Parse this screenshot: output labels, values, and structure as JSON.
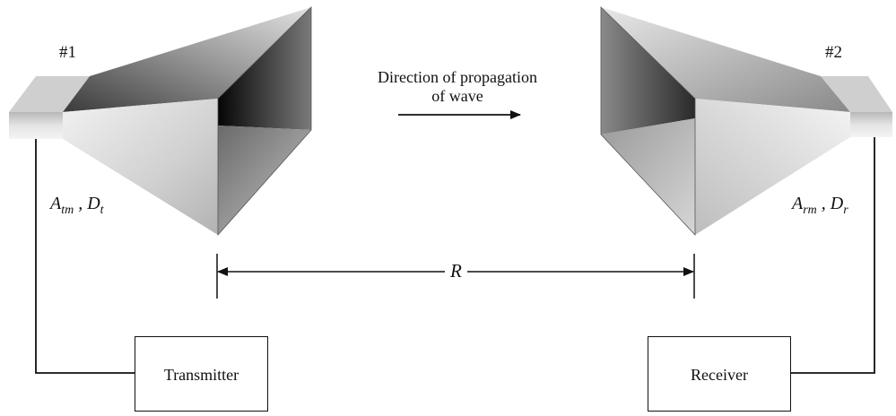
{
  "antenna_1": {
    "number": "#1",
    "aperture": "A",
    "aperture_sub": "tm",
    "directivity": "D",
    "directivity_sub": "t"
  },
  "antenna_2": {
    "number": "#2",
    "aperture": "A",
    "aperture_sub": "rm",
    "directivity": "D",
    "directivity_sub": "r"
  },
  "propagation": {
    "line1": "Direction of propagation",
    "line2": "of wave"
  },
  "distance": {
    "label": "R"
  },
  "transmitter": {
    "label": "Transmitter"
  },
  "receiver": {
    "label": "Receiver"
  },
  "colors": {
    "line": "#111111",
    "horn_dark": "#2a2a2a",
    "horn_light": "#e6e6e6"
  }
}
